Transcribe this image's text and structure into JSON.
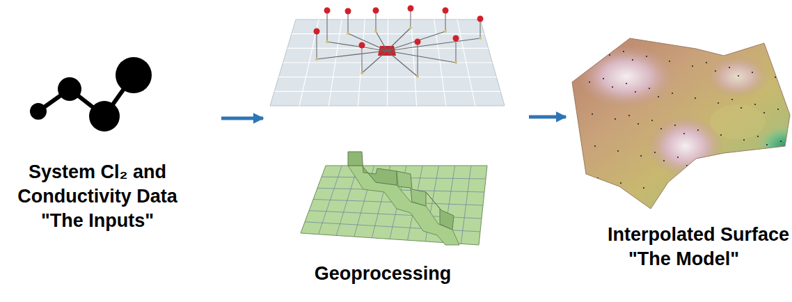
{
  "diagram": {
    "nodes": [
      {
        "text": [
          "System Cl₂ and Conductivity Data",
          "\"The Inputs\""
        ]
      },
      {
        "text": [
          "Geoprocessing"
        ]
      },
      {
        "text": [
          "Interpolated Surface",
          "\"The Model\""
        ]
      }
    ],
    "edges": [
      {
        "from": 0,
        "to": 1,
        "arrow": "to"
      },
      {
        "from": 1,
        "to": 2,
        "arrow": "to"
      }
    ]
  }
}
